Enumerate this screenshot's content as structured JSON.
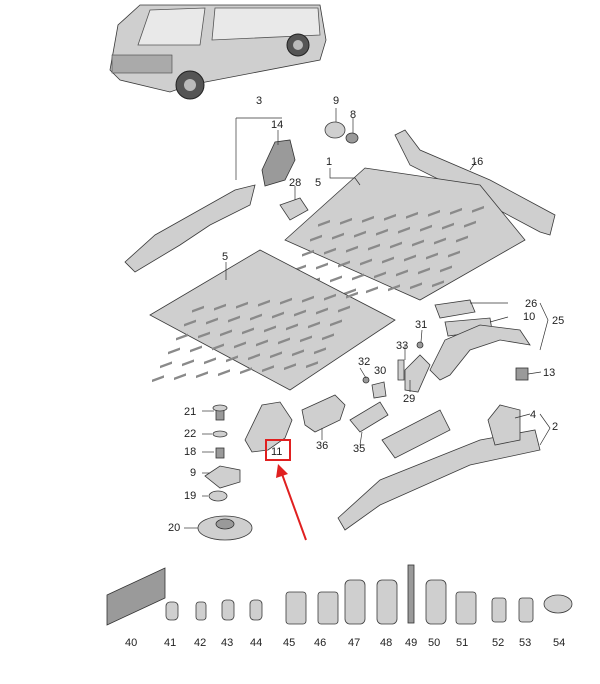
{
  "callouts": [
    {
      "id": "c1",
      "label": "1"
    },
    {
      "id": "c2",
      "label": "2"
    },
    {
      "id": "c3",
      "label": "3"
    },
    {
      "id": "c4",
      "label": "4"
    },
    {
      "id": "c5a",
      "label": "5"
    },
    {
      "id": "c5b",
      "label": "5"
    },
    {
      "id": "c8",
      "label": "8"
    },
    {
      "id": "c9a",
      "label": "9"
    },
    {
      "id": "c9b",
      "label": "9"
    },
    {
      "id": "c10",
      "label": "10"
    },
    {
      "id": "c11",
      "label": "11"
    },
    {
      "id": "c13",
      "label": "13"
    },
    {
      "id": "c14",
      "label": "14"
    },
    {
      "id": "c16",
      "label": "16"
    },
    {
      "id": "c18",
      "label": "18"
    },
    {
      "id": "c19",
      "label": "19"
    },
    {
      "id": "c20",
      "label": "20"
    },
    {
      "id": "c21",
      "label": "21"
    },
    {
      "id": "c22",
      "label": "22"
    },
    {
      "id": "c25",
      "label": "25"
    },
    {
      "id": "c26",
      "label": "26"
    },
    {
      "id": "c28",
      "label": "28"
    },
    {
      "id": "c29",
      "label": "29"
    },
    {
      "id": "c30",
      "label": "30"
    },
    {
      "id": "c31",
      "label": "31"
    },
    {
      "id": "c32",
      "label": "32"
    },
    {
      "id": "c33",
      "label": "33"
    },
    {
      "id": "c35",
      "label": "35"
    },
    {
      "id": "c36",
      "label": "36"
    },
    {
      "id": "c40",
      "label": "40"
    },
    {
      "id": "c41",
      "label": "41"
    },
    {
      "id": "c42",
      "label": "42"
    },
    {
      "id": "c43",
      "label": "43"
    },
    {
      "id": "c44",
      "label": "44"
    },
    {
      "id": "c45",
      "label": "45"
    },
    {
      "id": "c46",
      "label": "46"
    },
    {
      "id": "c47",
      "label": "47"
    },
    {
      "id": "c48",
      "label": "48"
    },
    {
      "id": "c49",
      "label": "49"
    },
    {
      "id": "c50",
      "label": "50"
    },
    {
      "id": "c51",
      "label": "51"
    },
    {
      "id": "c52",
      "label": "52"
    },
    {
      "id": "c53",
      "label": "53"
    },
    {
      "id": "c54",
      "label": "54"
    }
  ],
  "highlight": {
    "label": "11",
    "box_color": "#e02020",
    "arrow_color": "#e02020"
  },
  "icons": {
    "vehicle": "van-illustration"
  }
}
